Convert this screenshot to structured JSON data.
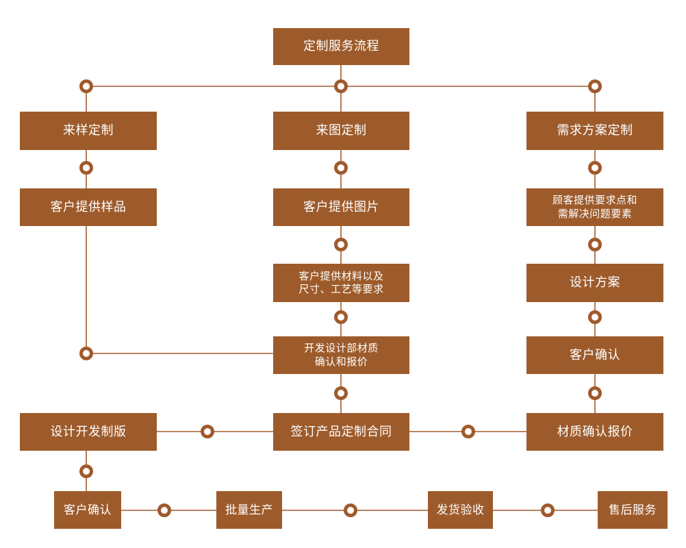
{
  "diagram": {
    "title_node": {
      "label": "定制服务流程"
    },
    "palette": {
      "node_fill": "#9d5b2b",
      "node_text": "#ffffff",
      "connector_line": "#a05a2c",
      "connector_ring": "#a05a2c",
      "background": "#ffffff"
    },
    "branches": [
      {
        "name": "sample-branch",
        "heading": "来样定制",
        "steps": [
          "客户提供样品",
          "设计开发制版"
        ]
      },
      {
        "name": "drawing-branch",
        "heading": "来图定制",
        "steps": [
          "客户提供图片",
          "客户提供材料以及\n尺寸、工艺等要求",
          "开发设计部材质\n确认和报价",
          "签订产品定制合同"
        ]
      },
      {
        "name": "requirement-branch",
        "heading": "需求方案定制",
        "steps": [
          "顾客提供要求点和\n需解决问题要素",
          "设计方案",
          "客户确认",
          "材质确认报价"
        ]
      }
    ],
    "nodes": [
      {
        "id": "title",
        "label": "定制服务流程"
      },
      {
        "id": "sample",
        "label": "来样定制"
      },
      {
        "id": "drawing",
        "label": "来图定制"
      },
      {
        "id": "requirement",
        "label": "需求方案定制"
      },
      {
        "id": "sample-provide",
        "label": "客户提供样品"
      },
      {
        "id": "image-provide",
        "label": "客户提供图片"
      },
      {
        "id": "req-provide",
        "label": "顾客提供要求点和\n需解决问题要素"
      },
      {
        "id": "material-spec",
        "label": "客户提供材料以及\n尺寸、工艺等要求"
      },
      {
        "id": "design-plan",
        "label": "设计方案"
      },
      {
        "id": "dev-quote",
        "label": "开发设计部材质\n确认和报价"
      },
      {
        "id": "customer-confirm-1",
        "label": "客户确认"
      },
      {
        "id": "design-develop",
        "label": "设计开发制版"
      },
      {
        "id": "sign-contract",
        "label": "签订产品定制合同"
      },
      {
        "id": "material-quote",
        "label": "材质确认报价"
      },
      {
        "id": "customer-confirm-2",
        "label": "客户确认"
      },
      {
        "id": "mass-production",
        "label": "批量生产"
      },
      {
        "id": "delivery-check",
        "label": "发货验收"
      },
      {
        "id": "after-sales",
        "label": "售后服务"
      }
    ],
    "connectors": {
      "count": 18,
      "shape": "ring"
    }
  }
}
